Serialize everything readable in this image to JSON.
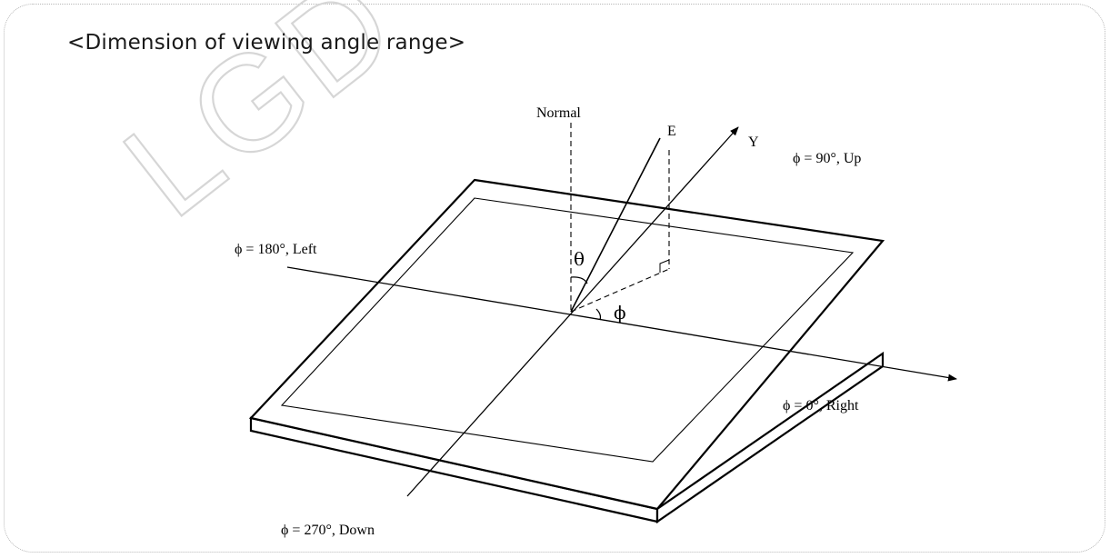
{
  "title": "<Dimension of viewing angle range>",
  "watermark": "LGD",
  "labels": {
    "normal": "Normal",
    "e": "E",
    "y": "Y",
    "up": "ϕ = 90°, Up",
    "left": "ϕ = 180°, Left",
    "right": "ϕ = 0°, Right",
    "down": "ϕ = 270°, Down",
    "theta": "θ",
    "phi": "ϕ"
  },
  "colors": {
    "line": "#000000",
    "watermark": "#d9d9d9",
    "frame": "#b8b8b8"
  }
}
